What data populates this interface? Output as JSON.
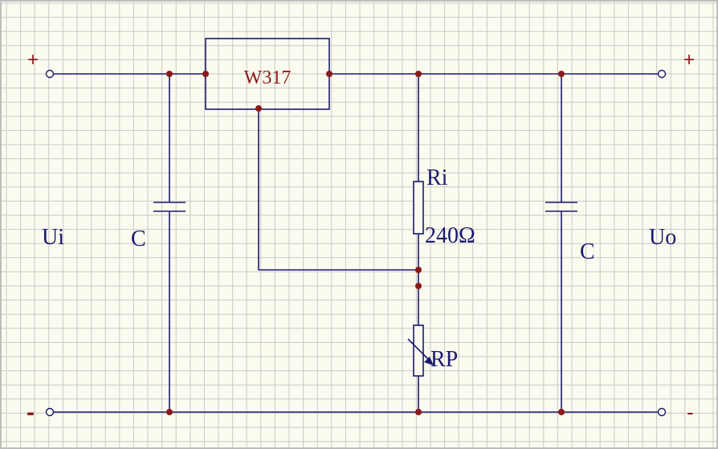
{
  "diagram": {
    "regulator_label": "W317",
    "input_label": "Ui",
    "output_label": "Uo",
    "cap_left_label": "C",
    "cap_right_label": "C",
    "resistor_label": "Ri",
    "resistor_value": "240Ω",
    "pot_label": "RP",
    "plus_left": "+",
    "plus_right": "+",
    "minus_left": "-",
    "minus_right": "-"
  },
  "colors": {
    "background": "#fbfbef",
    "grid": "#c9c9c9",
    "wire": "#1a1a6e",
    "node": "#8b1a1a",
    "label": "#1a1a6e",
    "ic_label": "#8b1a1a"
  }
}
